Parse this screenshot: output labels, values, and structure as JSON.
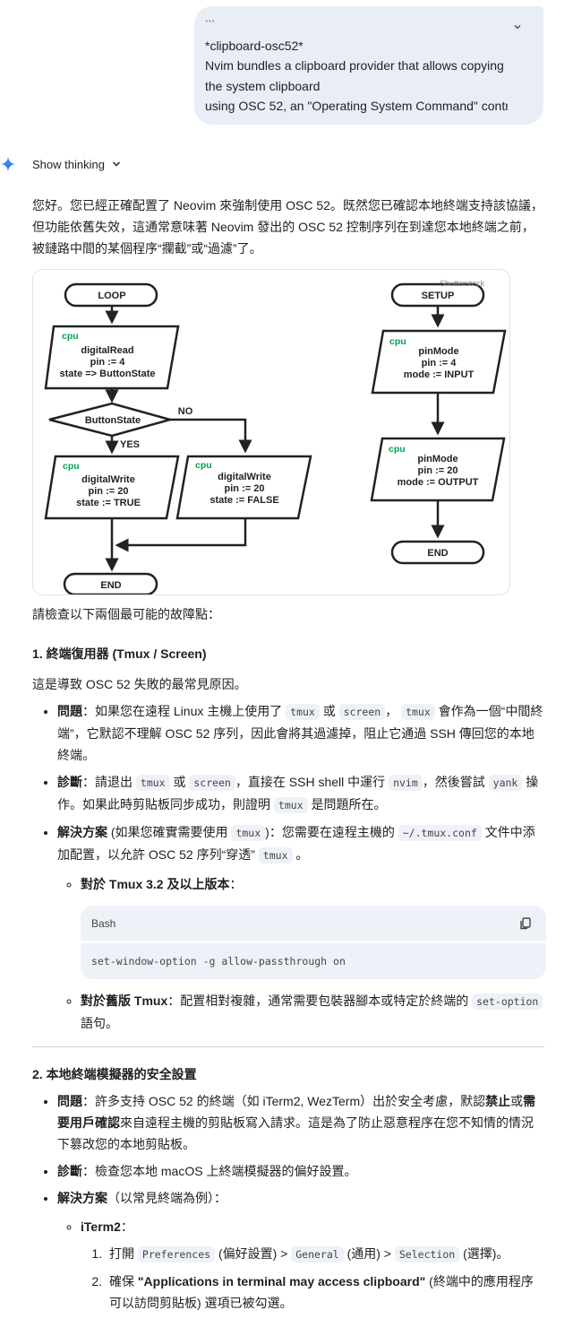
{
  "user_message": {
    "lines": [
      "```",
      "*clipboard-osc52*",
      "Nvim bundles a clipboard provider that allows copying to",
      "the system clipboard",
      "using OSC 52, an \"Operating System Command\" contr..."
    ]
  },
  "thinking": {
    "label": "Show thinking"
  },
  "response": {
    "intro": "您好。您已經正確配置了 Neovim 來強制使用 OSC 52。既然您已確認本地終端支持該協議，但功能依舊失效，這通常意味著 Neovim 發出的 OSC 52 控制序列在到達您本地終端之前，被鏈路中間的某個程序“攔截”或“過濾”了。",
    "diagram": {
      "watermark": "Shutterstock",
      "loop": "LOOP",
      "setup": "SETUP",
      "end": "END",
      "cpu": "cpu",
      "read": [
        "digitalRead",
        "pin := 4",
        "state => ButtonState"
      ],
      "decision": "ButtonState",
      "yes": "YES",
      "no": "NO",
      "write_true": [
        "digitalWrite",
        "pin := 20",
        "state := TRUE"
      ],
      "write_false": [
        "digitalWrite",
        "pin := 20",
        "state := FALSE"
      ],
      "pinmode1": [
        "pinMode",
        "pin := 4",
        "mode := INPUT"
      ],
      "pinmode2": [
        "pinMode",
        "pin := 20",
        "mode := OUTPUT"
      ],
      "colors": {
        "cpu": "#00a651",
        "stroke": "#222222"
      }
    },
    "check_intro": "請檢查以下兩個最可能的故障點：",
    "section1": {
      "title": "1. 終端復用器 (Tmux / Screen)",
      "summary": "這是導致 OSC 52 失敗的最常見原因。",
      "bullets": [
        [
          {
            "b": "問題"
          },
          {
            "t": "：如果您在遠程 Linux 主機上使用了 "
          },
          {
            "c": "tmux"
          },
          {
            "t": " 或 "
          },
          {
            "c": "screen"
          },
          {
            "t": "， "
          },
          {
            "c": "tmux"
          },
          {
            "t": " 會作為一個“中間終端”，它默認不理解 OSC 52 序列，因此會將其過濾掉，阻止它通過 SSH 傳回您的本地終端。"
          }
        ],
        [
          {
            "b": "診斷"
          },
          {
            "t": "：請退出 "
          },
          {
            "c": "tmux"
          },
          {
            "t": " 或 "
          },
          {
            "c": "screen"
          },
          {
            "t": "，直接在 SSH shell 中運行 "
          },
          {
            "c": "nvim"
          },
          {
            "t": "，然後嘗試 "
          },
          {
            "c": "yank"
          },
          {
            "t": " 操作。如果此時剪貼板同步成功，則證明 "
          },
          {
            "c": "tmux"
          },
          {
            "t": " 是問題所在。"
          }
        ],
        [
          {
            "b": "解決方案"
          },
          {
            "t": " (如果您確實需要使用 "
          },
          {
            "c": "tmux"
          },
          {
            "t": ")：您需要在遠程主機的 "
          },
          {
            "c": "~/.tmux.conf"
          },
          {
            "t": " 文件中添加配置，以允許 OSC 52 序列“穿透” "
          },
          {
            "c": "tmux"
          },
          {
            "t": " 。"
          }
        ]
      ],
      "sub1": [
        {
          "b": "對於 Tmux 3.2 及以上版本"
        },
        {
          "t": "："
        }
      ],
      "code": {
        "lang": "Bash",
        "text": "set-window-option -g allow-passthrough on"
      },
      "sub2": [
        {
          "b": "對於舊版 Tmux"
        },
        {
          "t": "：配置相對複雜，通常需要包裝器腳本或特定於終端的 "
        },
        {
          "c": "set-option"
        },
        {
          "t": " 語句。"
        }
      ]
    },
    "section2": {
      "title": "2. 本地終端模擬器的安全設置",
      "bullets": [
        [
          {
            "b": "問題"
          },
          {
            "t": "：許多支持 OSC 52 的終端（如 iTerm2, WezTerm）出於安全考慮，默認"
          },
          {
            "b": "禁止"
          },
          {
            "t": "或"
          },
          {
            "b": "需要用戶確認"
          },
          {
            "t": "來自遠程主機的剪貼板寫入請求。這是為了防止惡意程序在您不知情的情況下篡改您的本地剪貼板。"
          }
        ],
        [
          {
            "b": "診斷"
          },
          {
            "t": "：檢查您本地 macOS 上終端模擬器的偏好設置。"
          }
        ],
        [
          {
            "b": "解決方案"
          },
          {
            "t": "（以常見終端為例）："
          }
        ]
      ],
      "iterm": [
        {
          "b": "iTerm2"
        },
        {
          "t": "："
        }
      ],
      "steps": [
        [
          {
            "t": "打開 "
          },
          {
            "c": "Preferences"
          },
          {
            "t": " (偏好設置) > "
          },
          {
            "c": "General"
          },
          {
            "t": " (通用) > "
          },
          {
            "c": "Selection"
          },
          {
            "t": " (選擇)。"
          }
        ],
        [
          {
            "t": "確保 "
          },
          {
            "b": "\"Applications in terminal may access clipboard\""
          },
          {
            "t": " (終端中的應用程序可以訪問剪貼板) 選項已被勾選。"
          }
        ]
      ]
    }
  }
}
